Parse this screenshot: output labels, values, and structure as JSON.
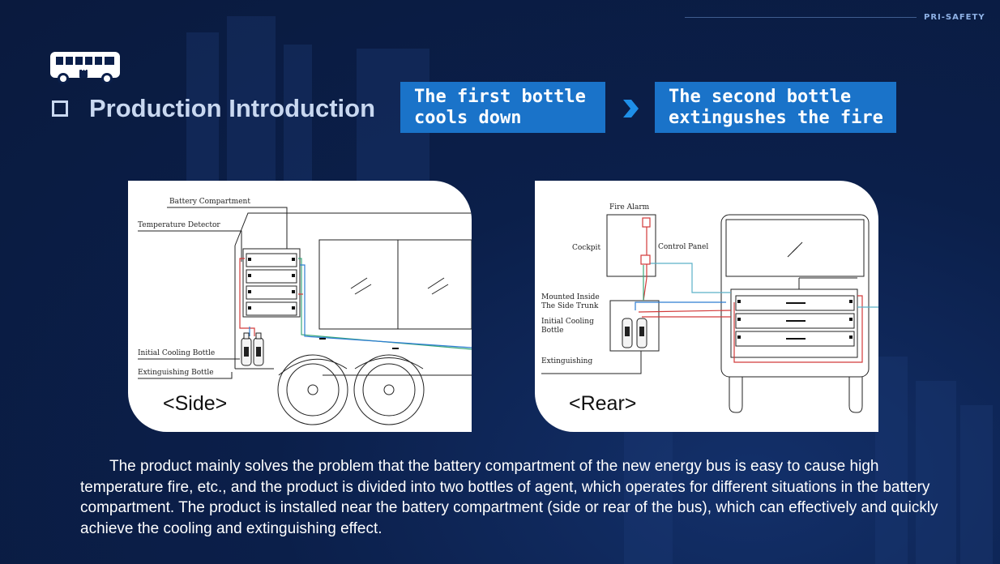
{
  "brand": "PRI-SAFETY",
  "header": {
    "title": "Production Introduction",
    "step1": "The first bottle\ncools down",
    "step2": "The second bottle\nextingushes the fire"
  },
  "side_panel": {
    "view_label": "<Side>",
    "labels": {
      "battery_compartment": "Battery Compartment",
      "temperature_detector": "Temperature Detector",
      "initial_cooling_bottle": "Initial Cooling Bottle",
      "extinguishing_bottle": "Extinguishing Bottle"
    }
  },
  "rear_panel": {
    "view_label": "<Rear>",
    "labels": {
      "fire_alarm": "Fire Alarm",
      "cockpit": "Cockpit",
      "control_panel": "Control Panel",
      "mounted_inside": "Mounted Inside\nThe Side Trunk",
      "initial_cooling": "Initial Cooling\nBottle",
      "extinguishing": "Extinguishing"
    }
  },
  "description": "The product mainly solves the problem that the battery compartment of the new energy bus is easy to cause high temperature fire, etc., and the product is divided into two bottles of agent, which operates for different situations in the battery compartment. The product is installed near the battery compartment (side or rear of the bus), which can effectively and quickly achieve the cooling and extinguishing effect."
}
